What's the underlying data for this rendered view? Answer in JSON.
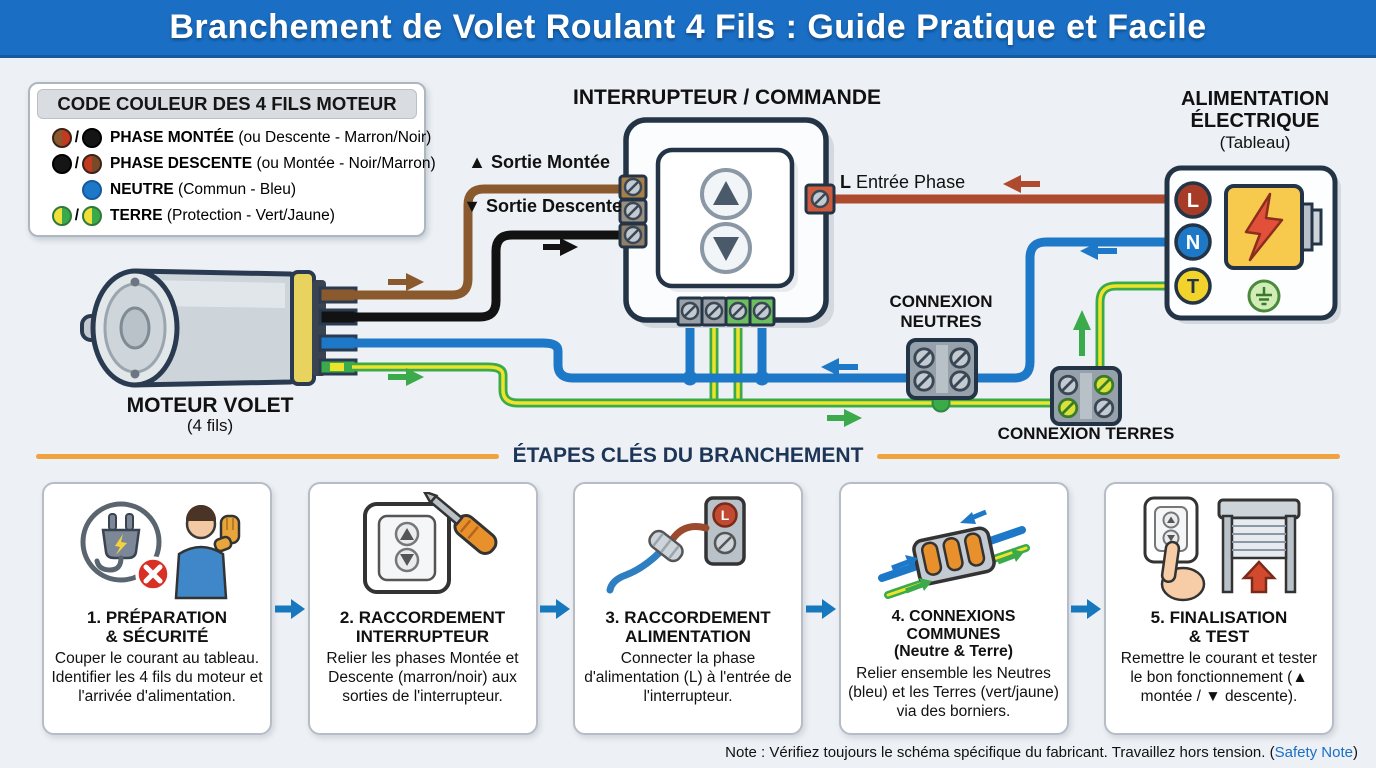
{
  "title": "Branchement de Volet Roulant 4 Fils : Guide Pratique et Facile",
  "legend": {
    "title": "CODE COULEUR DES 4 FILS MOTEUR",
    "separator": "/",
    "rows": [
      {
        "label": "PHASE MONTÉE",
        "detail": "(ou Descente - Marron/Noir)"
      },
      {
        "label": "PHASE DESCENTE",
        "detail": "(ou Montée - Noir/Marron)"
      },
      {
        "label": "NEUTRE",
        "detail": "(Commun - Bleu)"
      },
      {
        "label": "TERRE",
        "detail": "(Protection - Vert/Jaune)"
      }
    ]
  },
  "diagram": {
    "switch_title": "INTERRUPTEUR / COMMANDE",
    "supply_title_line1": "ALIMENTATION",
    "supply_title_line2": "ÉLECTRIQUE",
    "supply_subtitle": "(Tableau)",
    "label_up": "▲ Sortie Montée",
    "label_down": "▼ Sortie Descente",
    "label_phase_bold": "L",
    "label_phase_rest": " Entrée Phase",
    "label_neutrals_line1": "CONNEXION",
    "label_neutrals_line2": "NEUTRES",
    "label_earths": "CONNEXION TERRES",
    "motor_label": "MOTEUR VOLET",
    "motor_sublabel": "(4 fils)",
    "terminals": {
      "L": "L",
      "N": "N",
      "T": "T"
    }
  },
  "divider": "ÉTAPES CLÉS DU BRANCHEMENT",
  "steps": [
    {
      "title1": "1. PRÉPARATION",
      "title2": "& SÉCURITÉ",
      "body": "Couper le courant au tableau. Identifier les 4 fils du moteur et l'arrivée d'alimentation."
    },
    {
      "title1": "2. RACCORDEMENT",
      "title2": "INTERRUPTEUR",
      "body": "Relier les phases Montée et Descente (marron/noir) aux sorties de l'interrupteur."
    },
    {
      "title1": "3. RACCORDEMENT",
      "title2": "ALIMENTATION",
      "body": "Connecter la phase d'alimentation (L) à l'entrée de l'interrupteur.",
      "icon_letter": "L"
    },
    {
      "title1": "4. CONNEXIONS COMMUNES",
      "title2": "(Neutre & Terre)",
      "body": "Relier ensemble les Neutres (bleu) et les Terres (vert/jaune) via des borniers."
    },
    {
      "title1": "5. FINALISATION",
      "title2": "& TEST",
      "body": "Remettre le courant et tester le bon fonctionnement (▲ montée / ▼ descente)."
    }
  ],
  "footnote": {
    "text": "Note : Vérifiez toujours le schéma spécifique du fabricant. Travaillez hors tension. ",
    "open": "(",
    "link": "Safety Note",
    "close": ")"
  },
  "colors": {
    "header_bg": "#1a6fc5",
    "background": "#edf0f4",
    "wire_brown": "#8a5a2e",
    "wire_black": "#121212",
    "wire_blue": "#1e78c8",
    "wire_green": "#3aaa4a",
    "wire_yellow": "#efe32a",
    "wire_phase_red": "#ae4a2e",
    "divider_orange": "#f0a23c",
    "outline_navy": "#243447",
    "step_arrow_blue": "#1878be",
    "link_blue": "#1a6fc5"
  }
}
